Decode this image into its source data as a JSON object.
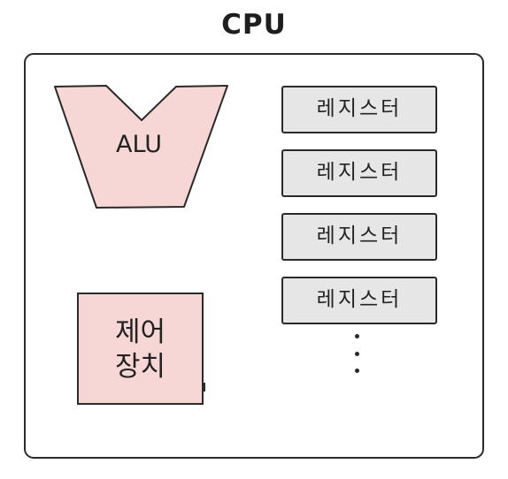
{
  "diagram": {
    "title": "CPU",
    "alu": {
      "label": "ALU",
      "fill": "#f6d7d5",
      "stroke": "#2a2a2a"
    },
    "control_unit": {
      "line1": "제어",
      "line2": "장치",
      "fill": "#f6d7d5"
    },
    "registers": [
      {
        "label": "레지스터"
      },
      {
        "label": "레지스터"
      },
      {
        "label": "레지스터"
      },
      {
        "label": "레지스터"
      }
    ],
    "register_fill": "#e6e6e6",
    "continuation_icon": "vertical-ellipsis"
  }
}
